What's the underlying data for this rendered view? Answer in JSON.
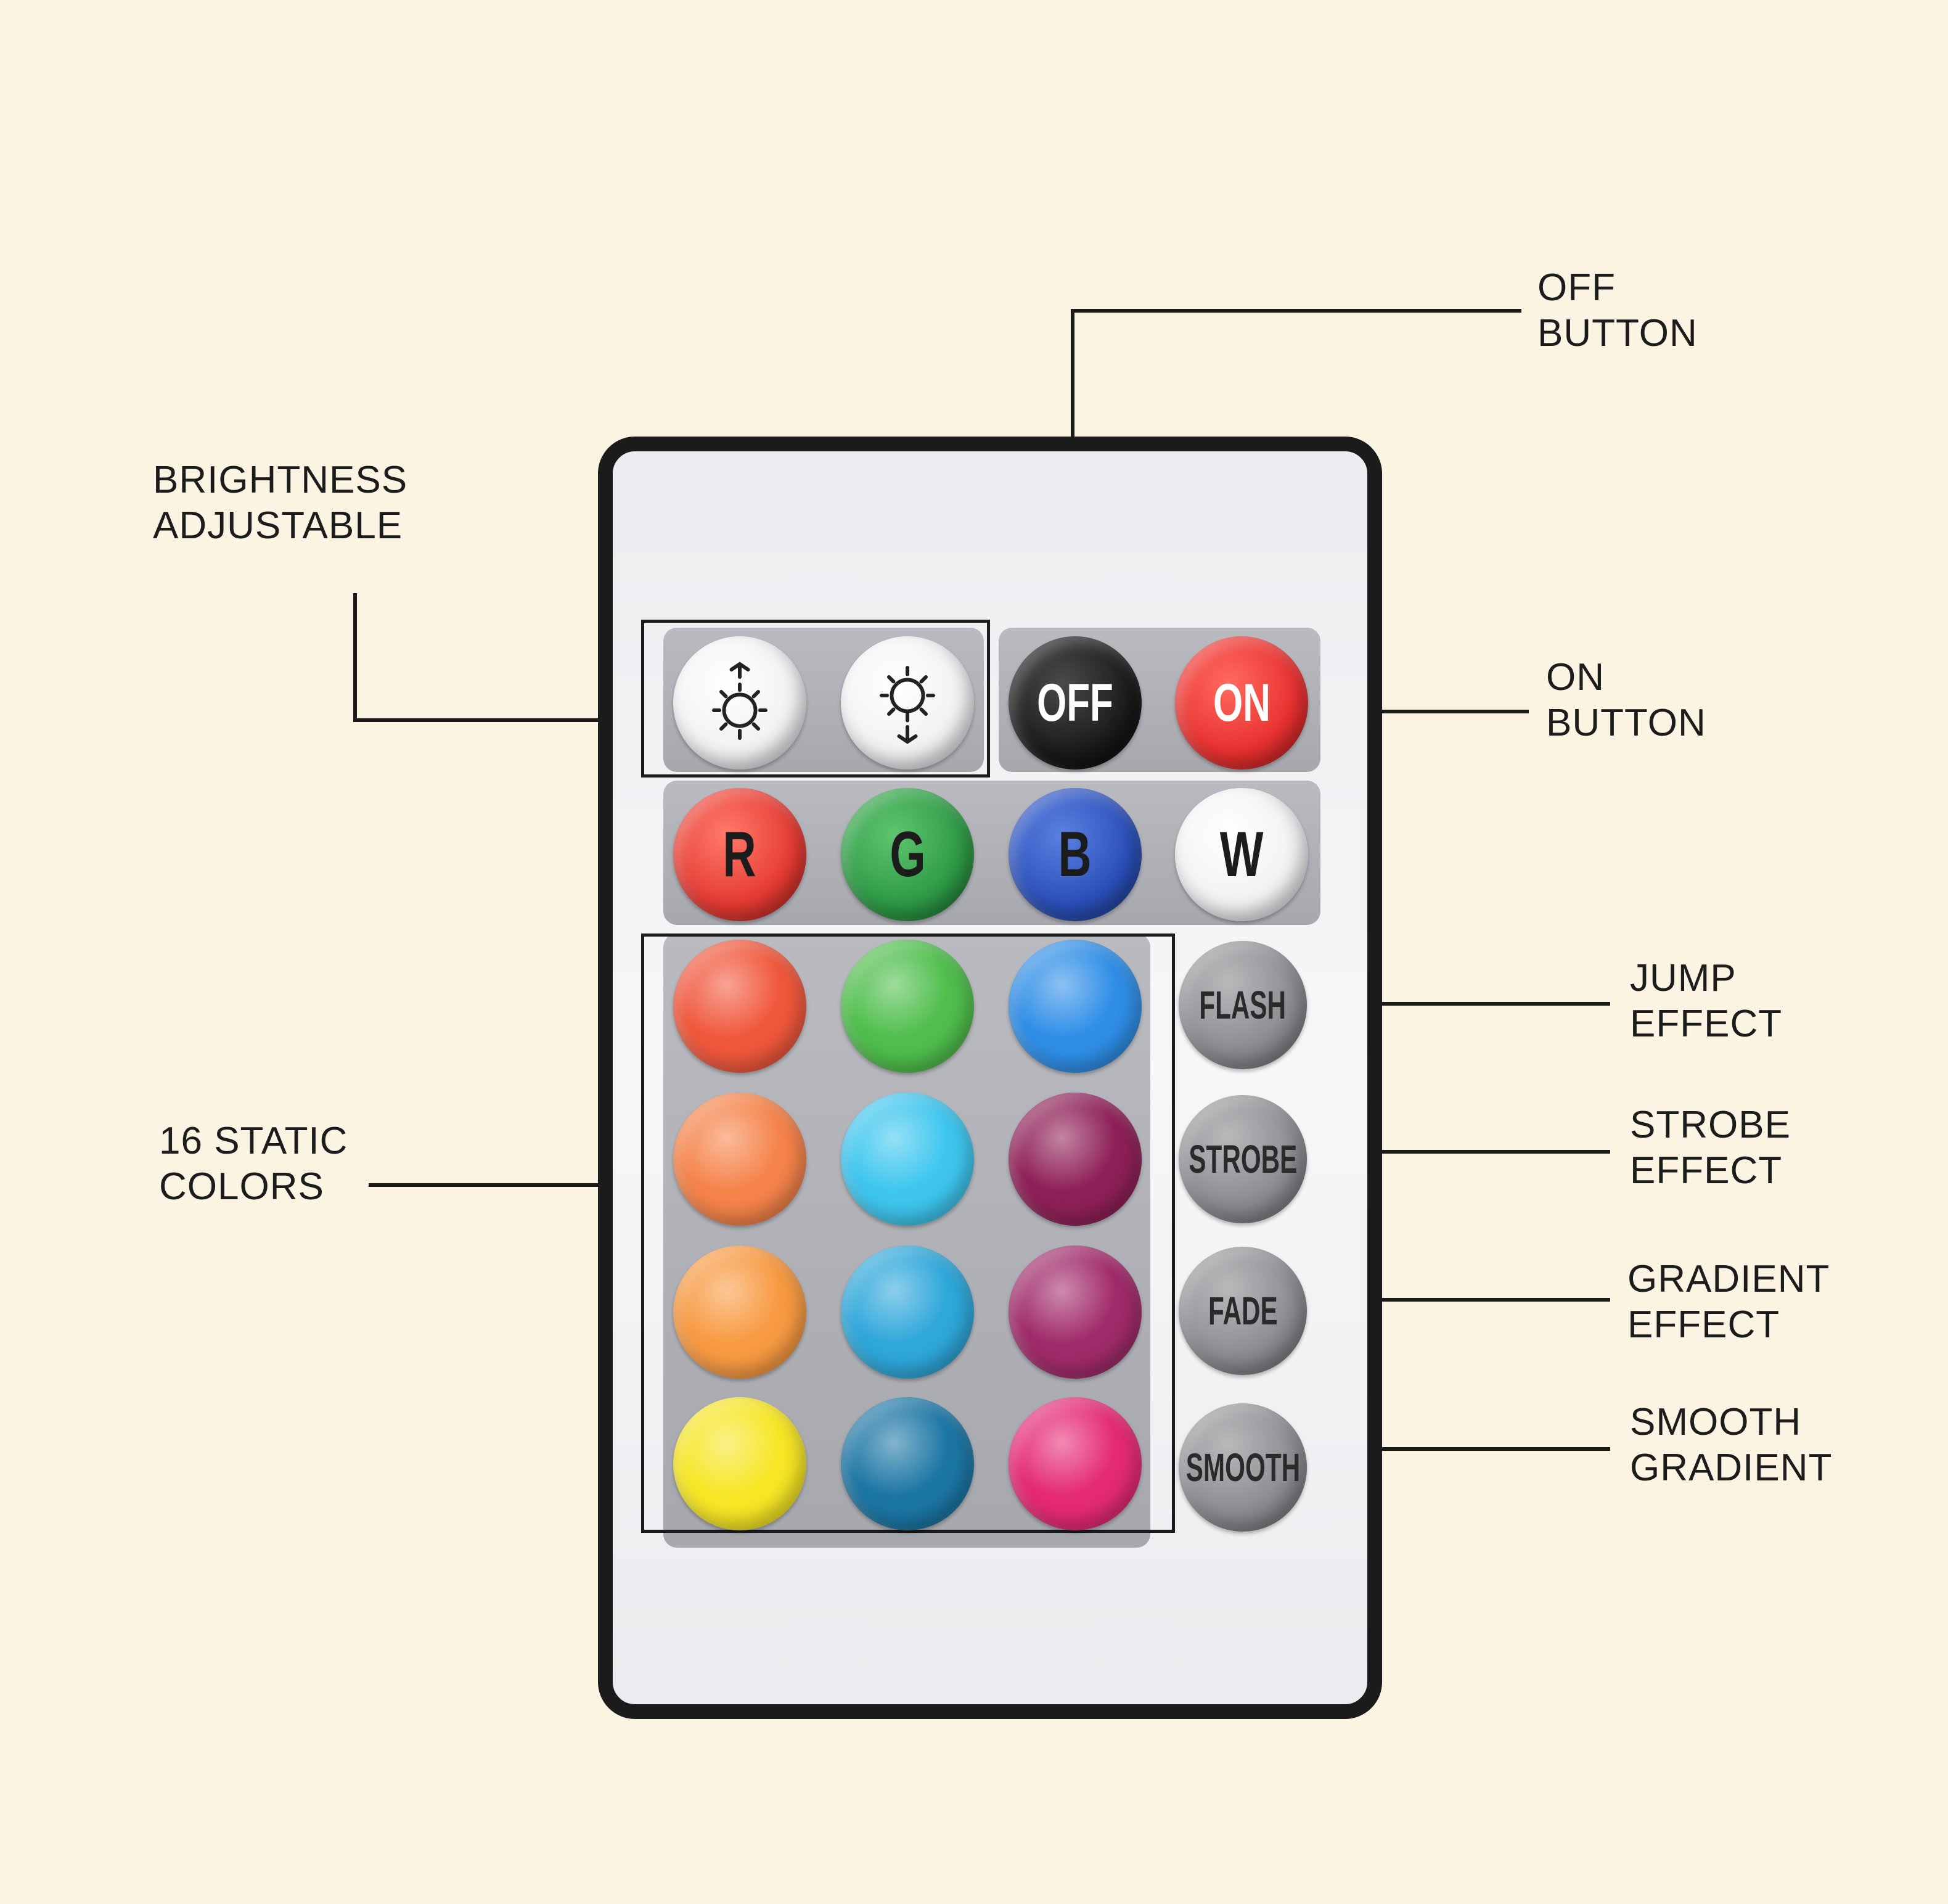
{
  "callouts": {
    "brightness": {
      "line1": "BRIGHTNESS",
      "line2": "ADJUSTABLE"
    },
    "off": {
      "line1": "OFF",
      "line2": "BUTTON"
    },
    "on": {
      "line1": "ON",
      "line2": "BUTTON"
    },
    "static_colors": {
      "line1": "16 STATIC",
      "line2": "COLORS"
    },
    "jump": {
      "line1": "JUMP",
      "line2": "EFFECT"
    },
    "strobe": {
      "line1": "STROBE",
      "line2": "EFFECT"
    },
    "gradient": {
      "line1": "GRADIENT",
      "line2": "EFFECT"
    },
    "smooth": {
      "line1": "SMOOTH",
      "line2": "GRADIENT"
    }
  },
  "remote": {
    "brightness_up_icon": "brightness-up-icon",
    "brightness_down_icon": "brightness-down-icon",
    "power": [
      {
        "label": "OFF",
        "color": "#1a1a1a"
      },
      {
        "label": "ON",
        "color": "#e8302f"
      }
    ],
    "channels": [
      {
        "label": "R",
        "color": "#e53a32"
      },
      {
        "label": "G",
        "color": "#2d9a45"
      },
      {
        "label": "B",
        "color": "#2a4fb8"
      },
      {
        "label": "W",
        "color": "#ffffff"
      }
    ],
    "colors": [
      [
        "#f0583c",
        "#4fbe4c",
        "#2f8ee6"
      ],
      [
        "#f5834a",
        "#3ec6ee",
        "#8e2057"
      ],
      [
        "#f79a42",
        "#2ea7da",
        "#a02b6a"
      ],
      [
        "#f6e625",
        "#1c76a4",
        "#e42a74"
      ]
    ],
    "effects": [
      "FLASH",
      "STROBE",
      "FADE",
      "SMOOTH"
    ]
  }
}
